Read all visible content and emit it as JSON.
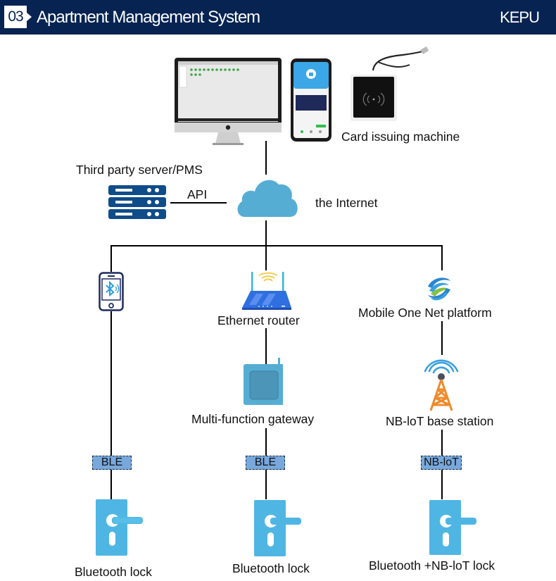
{
  "header": {
    "section_number": "03",
    "title": "Apartment Management System",
    "brand": "KEPU",
    "background_color": "#062352"
  },
  "top_devices": {
    "computer_icon": "desktop-computer-icon",
    "phone_icon": "smartphone-app-icon",
    "card_machine_icon": "card-reader-icon",
    "card_machine_label": "Card issuing machine"
  },
  "server": {
    "label": "Third party server/PMS",
    "icon": "server-rack-icon",
    "link_label": "API",
    "color": "#0e4c8a"
  },
  "internet": {
    "label": "the Internet",
    "icon": "cloud-icon",
    "color": "#55add3"
  },
  "branches": [
    {
      "device": {
        "icon": "bluetooth-phone-icon",
        "label": ""
      },
      "gateway": null,
      "protocol": "BLE",
      "lock": {
        "icon": "door-lock-icon",
        "label": "Bluetooth lock"
      }
    },
    {
      "device": {
        "icon": "wifi-router-icon",
        "label": "Ethernet router"
      },
      "gateway": {
        "icon": "gateway-icon",
        "label": "Multi-function gateway"
      },
      "protocol": "BLE",
      "lock": {
        "icon": "door-lock-icon",
        "label": "Bluetooth lock"
      }
    },
    {
      "device": {
        "icon": "china-mobile-logo-icon",
        "label": "Mobile One Net platform"
      },
      "gateway": {
        "icon": "cell-tower-icon",
        "label": "NB-loT base station"
      },
      "protocol": "NB-loT",
      "lock": {
        "icon": "door-lock-icon",
        "label": "Bluetooth +NB-loT lock"
      }
    }
  ],
  "colors": {
    "lock": "#4fb6e3",
    "tag_fill": "#78a8dc",
    "router": "#2f6fe0",
    "tower": "#f08a2a"
  }
}
